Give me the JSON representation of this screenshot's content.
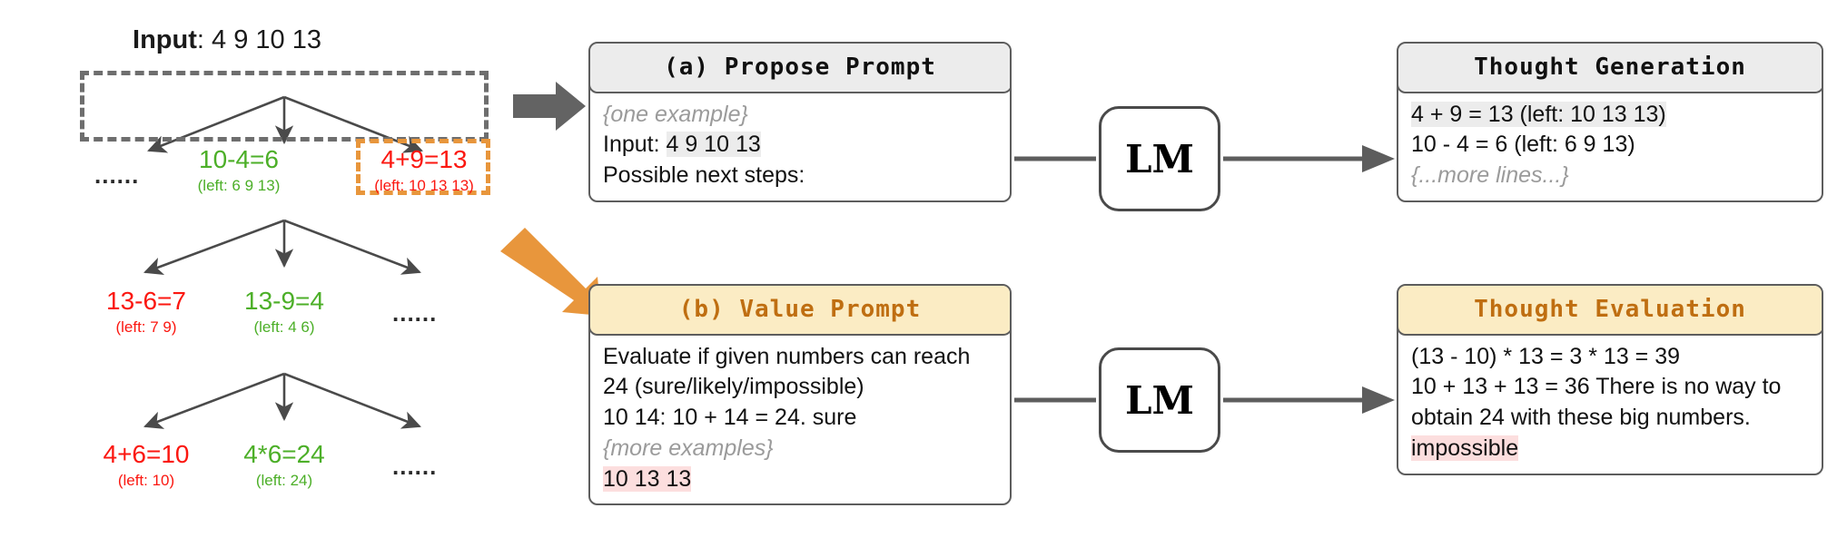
{
  "figure": {
    "tree": {
      "input_label": "Input",
      "input_values": "4 9 10 13",
      "level1": {
        "ellipsis_left": "......",
        "nodes": [
          {
            "expr": "10-4=6",
            "left": "(left: 6 9 13)",
            "status": "green"
          },
          {
            "expr": "4+9=13",
            "left": "(left: 10 13 13)",
            "status": "red"
          }
        ]
      },
      "level2": {
        "ellipsis_right": "......",
        "nodes": [
          {
            "expr": "13-6=7",
            "left": "(left: 7 9)",
            "status": "red"
          },
          {
            "expr": "13-9=4",
            "left": "(left: 4 6)",
            "status": "green"
          }
        ]
      },
      "level3": {
        "ellipsis_right": "......",
        "nodes": [
          {
            "expr": "4+6=10",
            "left": "(left: 10)",
            "status": "red"
          },
          {
            "expr": "4*6=24",
            "left": "(left: 24)",
            "status": "green"
          }
        ]
      }
    },
    "propose_prompt": {
      "title": "(a) Propose Prompt",
      "lines": {
        "example": "{one example}",
        "input_label": "Input: ",
        "input_values": "4 9 10 13",
        "next_steps": "Possible next steps:"
      }
    },
    "value_prompt": {
      "title": "(b) Value Prompt",
      "lines": {
        "instruction": "Evaluate if given numbers can reach 24 (sure/likely/impossible)",
        "example": "10 14: 10 + 14 = 24. sure",
        "more": "{more examples}",
        "query": "10 13 13"
      }
    },
    "lm": {
      "label": "LM"
    },
    "thought_generation": {
      "title": "Thought Generation",
      "lines": {
        "first": "4 + 9 = 13 (left: 10 13 13)",
        "second": "10 - 4 = 6 (left: 6 9 13)",
        "more": "{...more lines...}"
      }
    },
    "thought_evaluation": {
      "title": "Thought Evaluation",
      "lines": {
        "first": "(13 - 10) * 13 = 3 * 13 = 39",
        "second_prefix": "10 + 13 + 13 = 36 There is no way to obtain 24 with these big numbers. ",
        "verdict": "impossible"
      }
    },
    "colors": {
      "green": "#4caf28",
      "red": "#fb1710",
      "orange": "#e8963c",
      "amber_fill": "#fbecc4",
      "amber_text": "#bf6e11",
      "gray_fill": "#ececec",
      "gray_stroke": "#6e6e6e",
      "arrow_gray": "#5d5d5d",
      "highlight_pink": "#fcdede"
    }
  }
}
